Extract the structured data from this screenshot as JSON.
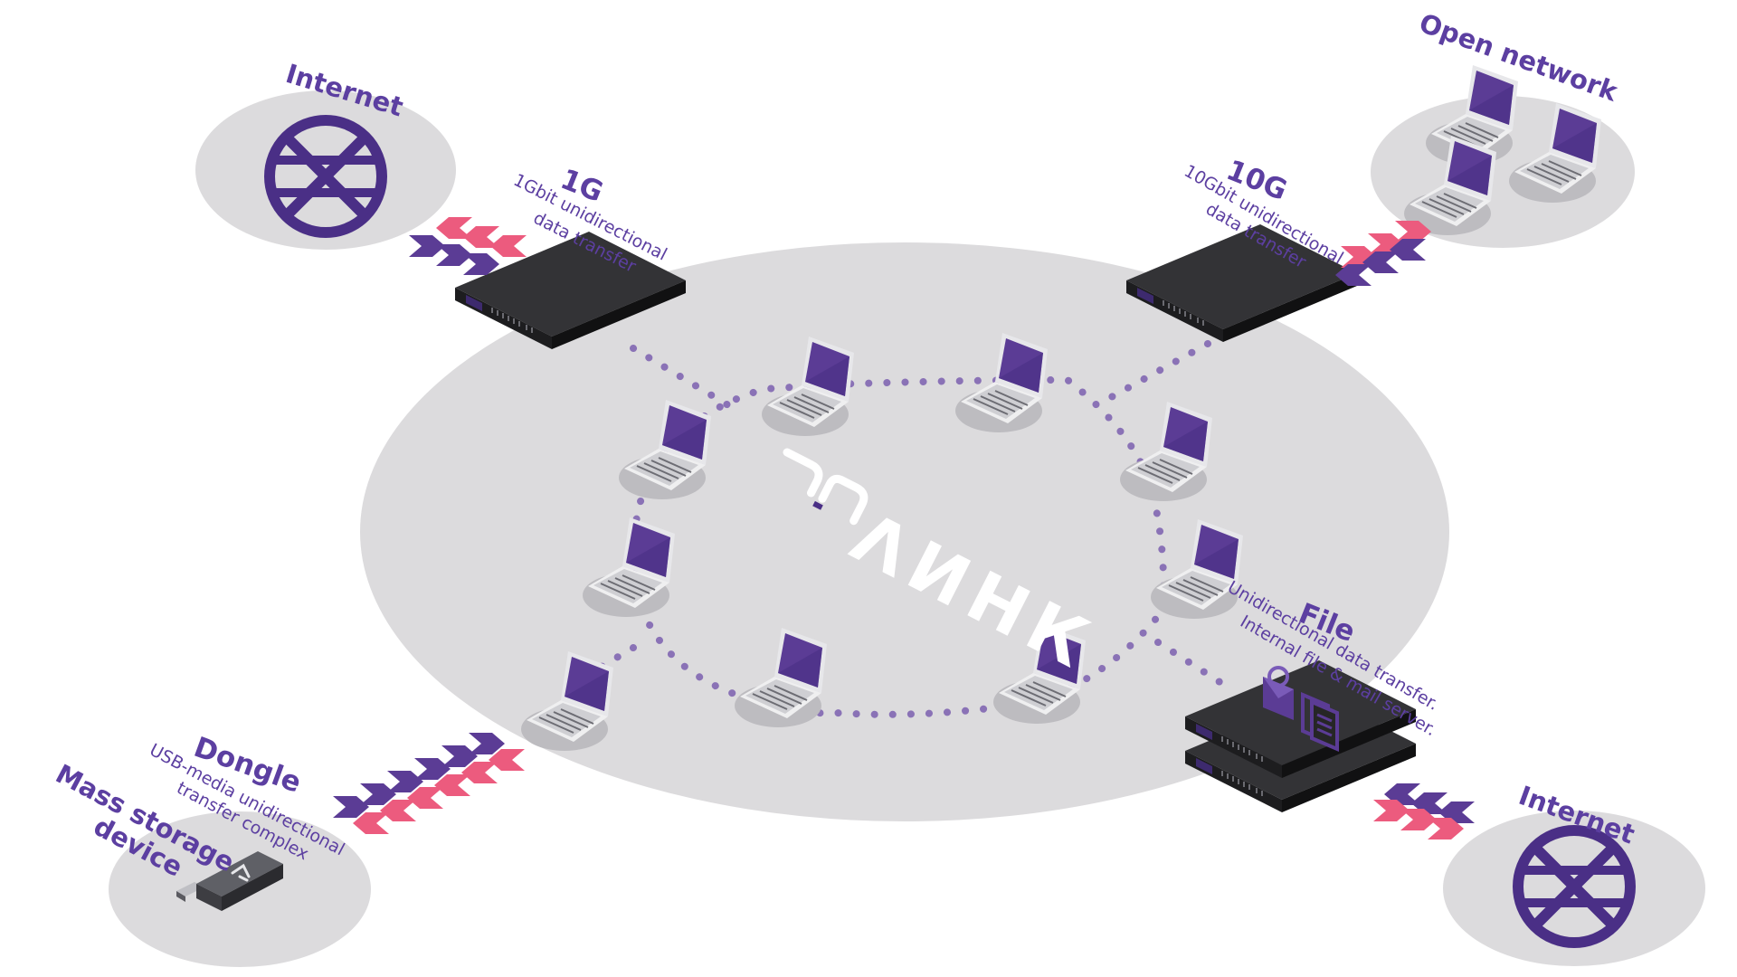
{
  "colors": {
    "background": "#ffffff",
    "platter": "#dcdbdd",
    "accent": "#5c3fa1",
    "accent_dark": "#4a2f86",
    "arrow_pink": "#ec5b7e",
    "arrow_purple": "#5b3c95",
    "server_body": "#262626",
    "dots": "#8a72b6",
    "logo": "#ffffff"
  },
  "icons": {
    "internet": "globe-icon",
    "laptop": "laptop-icon",
    "server": "rack-server-icon",
    "usb": "usb-dongle-icon",
    "mail": "mail-icon",
    "file": "document-icon"
  },
  "brand": {
    "logo_text": "ΛИНК"
  },
  "labels": {
    "internet_top": "Internet",
    "open_network": "Open network",
    "gw1_title": "1G",
    "gw1_sub_line1": "1Gbit unidirectional",
    "gw1_sub_line2": "data transfer",
    "gw10_title": "10G",
    "gw10_sub_line1": "10Gbit unidirectional",
    "gw10_sub_line2": "data transfer",
    "file_title": "File",
    "file_sub_line1": "Unidirectional data transfer.",
    "file_sub_line2": "Internal file & mail server.",
    "dongle_title": "Dongle",
    "dongle_sub_line1": "USB-media unidirectional",
    "dongle_sub_line2": "transfer complex",
    "mass_storage_line1": "Mass storage",
    "mass_storage_line2": "device",
    "internet_bottom": "Internet"
  }
}
